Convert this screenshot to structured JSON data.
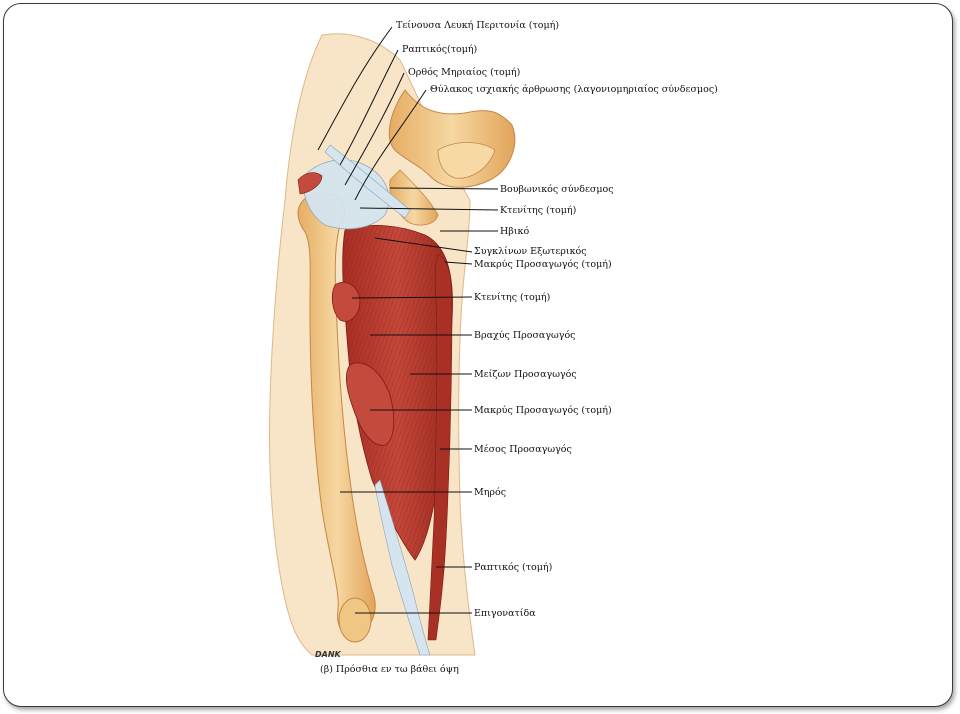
{
  "labels": {
    "l1": "Τείνουσα Λευκή Περιτονία (τομή)",
    "l2": "Ραπτικός(τομή)",
    "l3": "Ορθός Μηριαίος (τομή)",
    "l4": "Θύλακος ισχιακής άρθρωσης (λαγονιομηριαίος σύνδεσμος)",
    "l5": "Βουβωνικός σύνδεσμος",
    "l6": "Κτενίτης (τομή)",
    "l7": "Ηβικό",
    "l8": "Συγκλίνων Εξωτερικός",
    "l9": "Μακρύς Προσαγωγός (τομή)",
    "l10": "Κτενίτης (τομή)",
    "l11": "Βραχύς Προσαγωγός",
    "l12": "Μείζων Προσαγωγός",
    "l13": "Μακρύς Προσαγωγός (τομή)",
    "l14": "Μέσος Προσαγωγός",
    "l15": "Μηρός",
    "l16": "Ραπτικός (τομή)",
    "l17": "Επιγονατίδα"
  },
  "caption": "(β) Πρόσθια εν τω βάθει όψη",
  "signature": "DANK",
  "colors": {
    "skin": "#f7e2c3",
    "bone": "#f1c98a",
    "bone_shadow": "#d9a15b",
    "muscle": "#b8362a",
    "muscle_dark": "#8e2218",
    "tendon": "#cfe0ec"
  }
}
